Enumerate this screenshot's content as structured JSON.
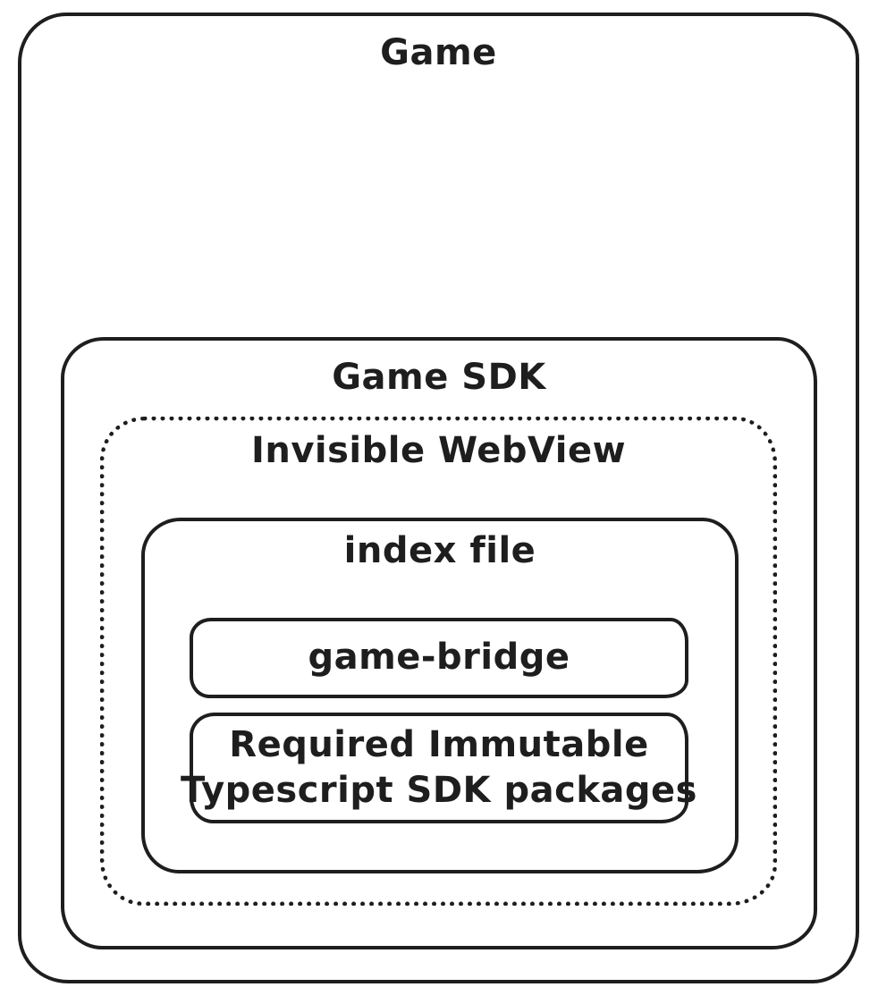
{
  "diagram": {
    "type": "nested-boxes",
    "style": "hand-drawn",
    "colors": {
      "stroke": "#1e1e1e",
      "text": "#1e1e1e",
      "background": "#ffffff"
    },
    "nodes": {
      "game": {
        "label": "Game",
        "border": "solid"
      },
      "game_sdk": {
        "label": "Game SDK",
        "border": "solid"
      },
      "invisible_webview": {
        "label": "Invisible WebView",
        "border": "dotted"
      },
      "index_file": {
        "label": "index file",
        "border": "solid"
      },
      "game_bridge": {
        "label": "game-bridge",
        "border": "solid"
      },
      "sdk_packages": {
        "label": "Required Immutable Typescript SDK packages",
        "border": "solid",
        "lines": [
          "Required Immutable",
          "Typescript SDK packages"
        ]
      }
    },
    "hierarchy": "Game > Game SDK > Invisible WebView > index file > [game-bridge, Required Immutable Typescript SDK packages]"
  }
}
